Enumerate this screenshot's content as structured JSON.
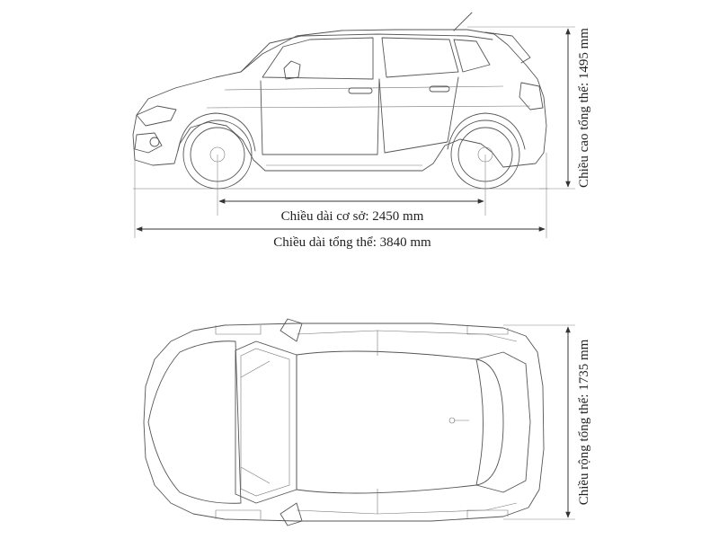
{
  "dimensions": {
    "wheelbase_label": "Chiều dài cơ sở: 2450 mm",
    "overall_length_label": "Chiều dài tổng thể: 3840 mm",
    "overall_height_label": "Chiều cao tổng thể: 1495 mm",
    "overall_width_label": "Chiều rộng tổng thể: 1735 mm"
  },
  "views": {
    "side": "side-view",
    "top": "top-view"
  },
  "colors": {
    "line": "#555555",
    "text": "#222222",
    "background": "#ffffff"
  }
}
